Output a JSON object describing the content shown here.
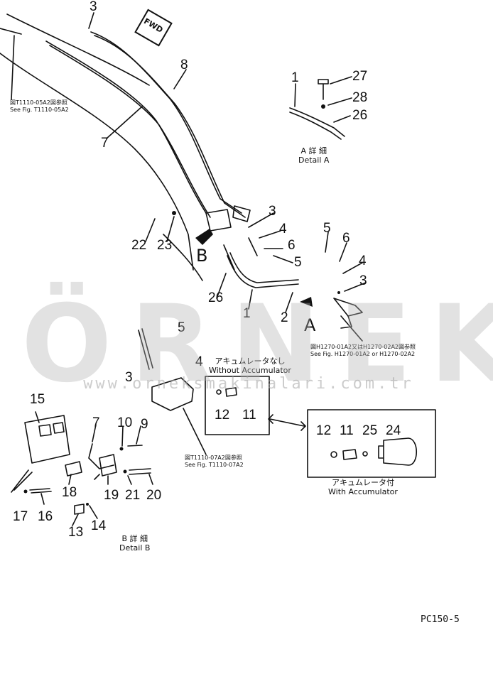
{
  "labels": {
    "p1": "1",
    "p1b": "1",
    "p2": "2",
    "p3a": "3",
    "p3b": "3",
    "p3c": "3",
    "p3d": "3",
    "p4a": "4",
    "p4b": "4",
    "p4c": "4",
    "p5a": "5",
    "p5b": "5",
    "p5c": "5",
    "p6a": "6",
    "p6b": "6",
    "p7a": "7",
    "p7b": "7",
    "p8": "8",
    "p9": "9",
    "p10": "10",
    "p11a": "11",
    "p11b": "11",
    "p12a": "12",
    "p12b": "12",
    "p13": "13",
    "p14": "14",
    "p15": "15",
    "p16": "16",
    "p17": "17",
    "p18": "18",
    "p19": "19",
    "p20": "20",
    "p21": "21",
    "p22": "22",
    "p23": "23",
    "p24": "24",
    "p25": "25",
    "p26a": "26",
    "p26b": "26",
    "p27": "27",
    "p28": "28"
  },
  "callouts": {
    "a": "A",
    "b": "B"
  },
  "fwd": "FWD",
  "captions": {
    "detail_a_jp": "A 詳 細",
    "detail_a_en": "Detail A",
    "detail_b_jp": "B 詳 細",
    "detail_b_en": "Detail B",
    "without_jp": "アキュムレータなし",
    "without_en": "Without Accumulator",
    "with_jp": "アキュムレータ付",
    "with_en": "With Accumulator"
  },
  "notes": {
    "fig_05a2_jp": "図T1110-05A2図参照",
    "fig_05a2_en": "See Fig. T1110-05A2",
    "fig_07a2_jp": "図T1110-07A2図参照",
    "fig_07a2_en": "See Fig. T1110-07A2",
    "fig_h_jp": "図H1270-01A2又はH1270-02A2図参照",
    "fig_h_en": "See Fig. H1270-01A2 or H1270-02A2"
  },
  "watermark": {
    "brand": "ÖRNEK",
    "url": "www.orneksmakinalari.com.tr"
  },
  "page_code": "PC150-5",
  "colors": {
    "ink": "#111111",
    "watermark": "#b4b4b4",
    "accent": "#e8b64a"
  }
}
